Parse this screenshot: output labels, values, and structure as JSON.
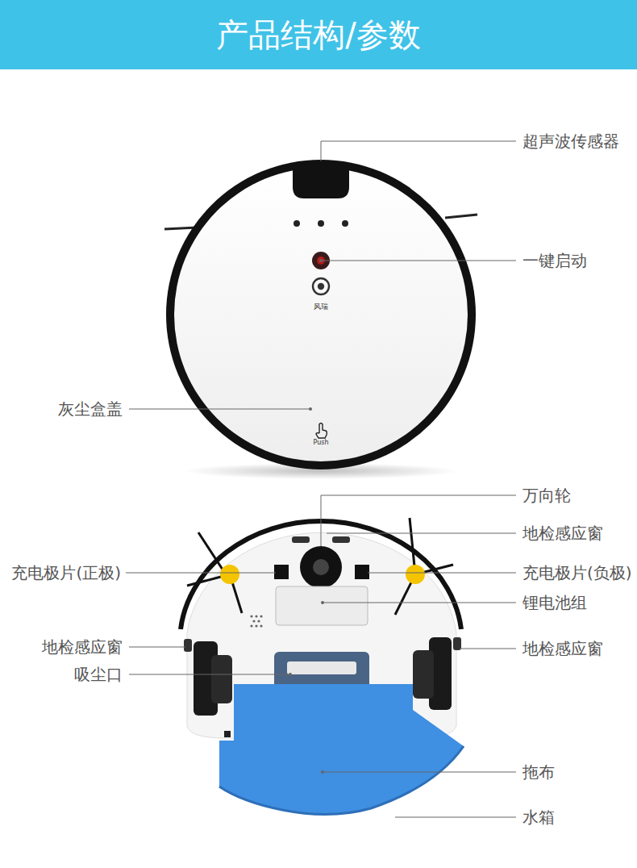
{
  "diagram": {
    "title": "产品结构/参数",
    "labels": [
      "超声波传感器",
      "一键启动",
      "风瑞",
      "灰尘盒盖",
      "Push",
      "万向轮",
      "地检感应窗",
      "充电极片(正极)",
      "充电极片(负极)",
      "锂电池组",
      "地检感应窗",
      "吸尘口",
      "地检感应窗",
      "拖布",
      "水箱"
    ]
  }
}
